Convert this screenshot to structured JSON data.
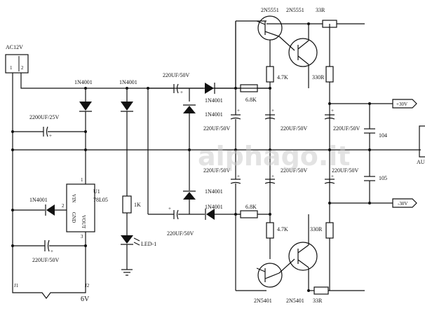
{
  "labels": {
    "ac_in": "AC12V",
    "pin1": "1",
    "pin2": "2",
    "d1": "1N4001",
    "d2": "1N4001",
    "cap_filter_lv": "2200UF/25V",
    "d_reg": "1N4001",
    "reg_name": "U1",
    "reg_part": "78L05",
    "reg_vin": "VIN",
    "reg_vout": "VOUT",
    "reg_gnd": "GND",
    "reg_p1": "1",
    "reg_p2": "2",
    "reg_p3": "3",
    "cap_reg_out": "220UF/50V",
    "r_led": "1K",
    "led": "LED-1",
    "j1": "J1",
    "j2": "J2",
    "out_6v": "6V",
    "cap_top_in": "220UF/50V",
    "d_top_1": "1N4001",
    "d_top_2": "1N4001",
    "d_bot_1": "1N4001",
    "d_bot_2": "1N4001",
    "cap_bot_in": "220UF/50V",
    "r_top": "6.8K",
    "r_bot": "6.8K",
    "q1": "2N5551",
    "q2": "2N5551",
    "r_33_top": "33R",
    "r_47_top": "4.7K",
    "r_330_top": "330R",
    "cap_a1": "220UF/50V",
    "cap_a2": "220UF/50V",
    "cap_a3": "220UF/50V",
    "cap_b1": "220UF/50V",
    "cap_b2": "220UF/50V",
    "cap_b3": "220UF/50V",
    "cap_104": "104",
    "cap_105": "105",
    "out_pos": "+30V",
    "out_neg": "-30V",
    "r_47_bot": "4.7K",
    "r_330_bot": "330R",
    "q3": "2N5401",
    "q4": "2N5401",
    "r_33_bot": "33R",
    "au": "AU",
    "watermark": "alphago.it"
  }
}
